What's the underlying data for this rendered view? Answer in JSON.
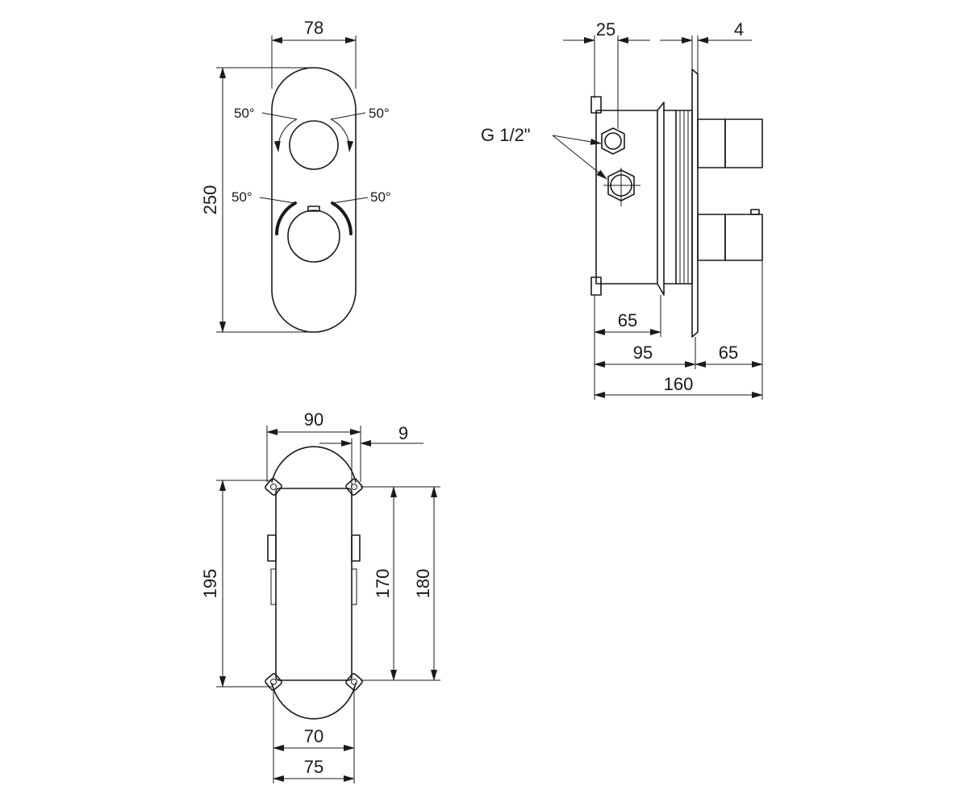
{
  "front_view": {
    "width": "78",
    "height": "250",
    "angle_upper_left": "50°",
    "angle_upper_right": "50°",
    "angle_lower_left": "50°",
    "angle_lower_right": "50°"
  },
  "side_view": {
    "depth_a": "25",
    "plate": "4",
    "connection_label": "G 1/2\"",
    "depth_b": "65",
    "depth_c": "95",
    "projection": "65",
    "total": "160"
  },
  "back_view": {
    "width_outer": "90",
    "offset": "9",
    "height_outer": "195",
    "height_mid": "170",
    "height_inner": "180",
    "width_mid": "70",
    "width_inner": "75"
  }
}
